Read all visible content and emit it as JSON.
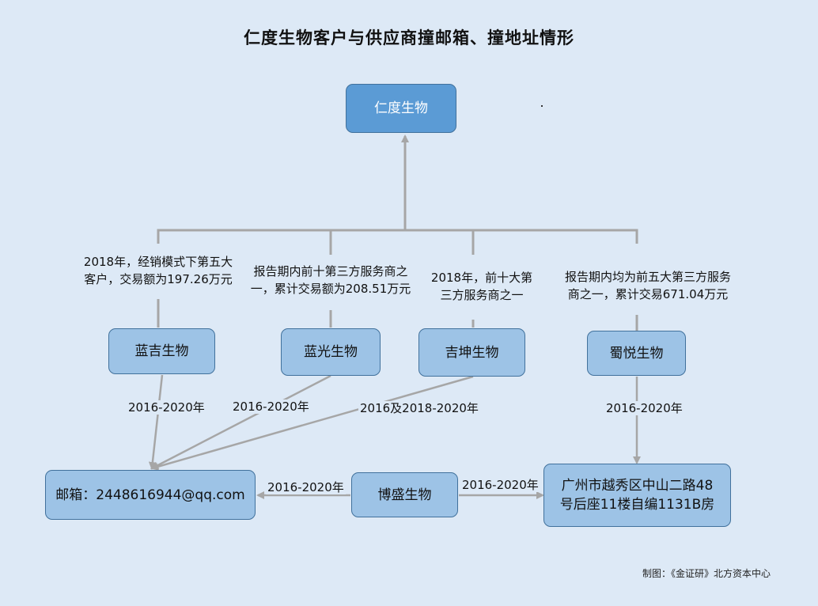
{
  "title": "仁度生物客户与供应商撞邮箱、撞地址情形",
  "nodes": {
    "renduo": "仁度生物",
    "lanji": "蓝吉生物",
    "languang": "蓝光生物",
    "jikun": "吉坤生物",
    "shuyue": "蜀悦生物",
    "email": "邮箱：2448616944@qq.com",
    "bosheng": "博盛生物",
    "address": "广州市越秀区中山二路48\n号后座11楼自编1131B房"
  },
  "descriptions": {
    "lanji": "2018年，经销模式下第五大\n客户，交易额为197.26万元",
    "languang": "报告期内前十第三方服务商之\n一，累计交易额为208.51万元",
    "jikun": "2018年，前十大第\n三方服务商之一",
    "shuyue": "报告期内均为前五大第三方服务\n商之一，累计交易671.04万元"
  },
  "edge_labels": {
    "lanji_email": "2016-2020年",
    "languang_email": "2016-2020年",
    "jikun_email": "2016及2018-2020年",
    "shuyue_address": "2016-2020年",
    "bosheng_email": "2016-2020年",
    "bosheng_address": "2016-2020年"
  },
  "credit": "制图：《金证研》北方资本中心",
  "colors": {
    "background": "#dde9f6",
    "node_fill": "#9dc3e6",
    "top_node_fill": "#5b9bd5",
    "node_border": "#41719c",
    "connector": "#a6a6a6"
  }
}
